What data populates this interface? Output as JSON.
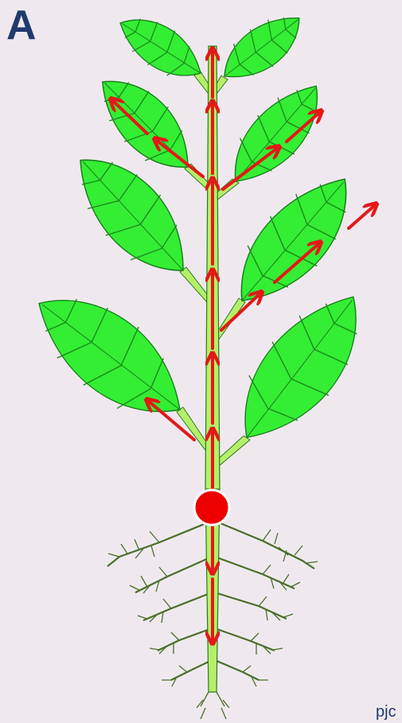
{
  "panel_label": "A",
  "credit_text": "pjc",
  "colors": {
    "background": "#efe9ef",
    "leaf_fill": "#33ee33",
    "leaf_outline": "#1a7f1a",
    "vein": "#1d8a1d",
    "stem_fill": "#b5ef6a",
    "stem_outline": "#2f7a1f",
    "root": "#4a6e2a",
    "flow_arrow": "#e41818",
    "source_dot": "#ee0000"
  },
  "diagram": {
    "subject": "plant",
    "arrow_meaning": "transport",
    "source_marker": "red-dot"
  }
}
